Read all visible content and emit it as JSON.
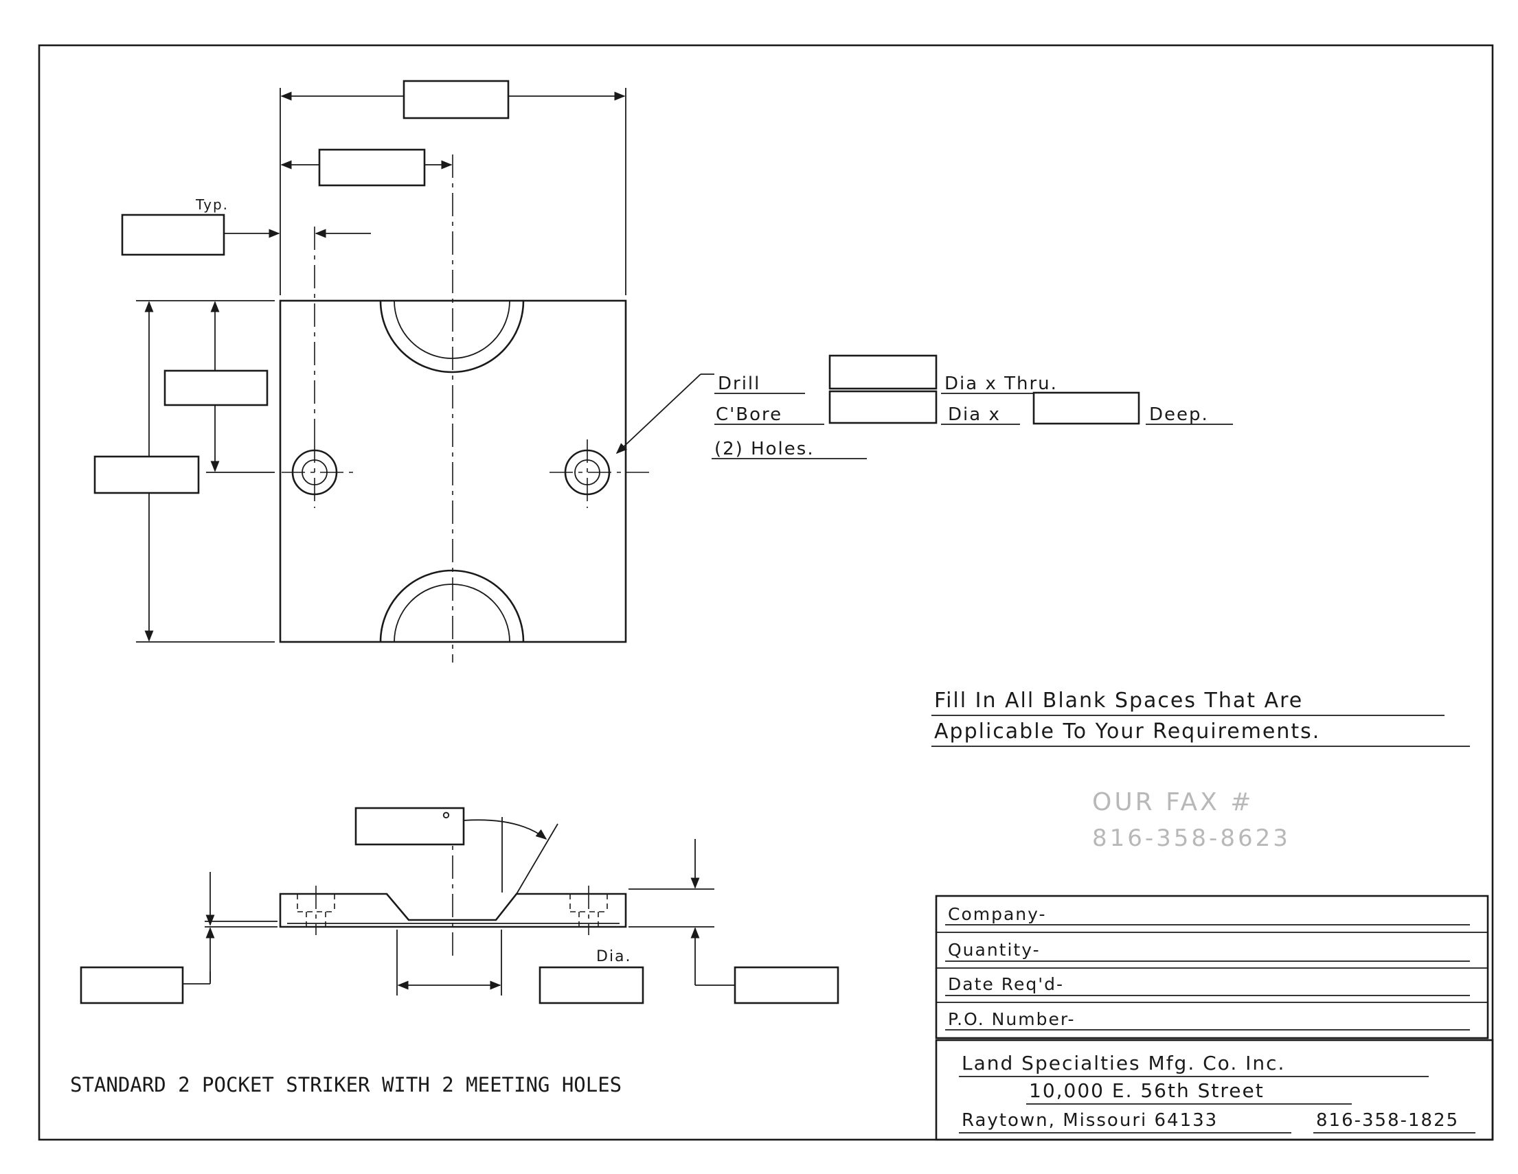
{
  "drawing": {
    "typ_label": "Typ.",
    "callout": {
      "drill": "Drill",
      "dia_thru": "Dia x Thru.",
      "cbore": "C'Bore",
      "dia_x": "Dia x",
      "deep": "Deep.",
      "holes": "(2) Holes."
    },
    "angle_symbol": "°",
    "dia_label": "Dia.",
    "caption": "STANDARD 2 POCKET STRIKER WITH 2 MEETING HOLES"
  },
  "notes": {
    "line1": "Fill In All Blank Spaces That Are",
    "line2": "Applicable To Your Requirements.",
    "fax_line1": "OUR FAX #",
    "fax_line2": "816-358-8623"
  },
  "order_form": {
    "company": "Company-",
    "quantity": "Quantity-",
    "date": "Date Req'd-",
    "po": "P.O. Number-"
  },
  "title_block": {
    "company": "Land Specialties Mfg. Co. Inc.",
    "street": "10,000 E. 56th Street",
    "city": "Raytown, Missouri 64133",
    "phone": "816-358-1825"
  }
}
